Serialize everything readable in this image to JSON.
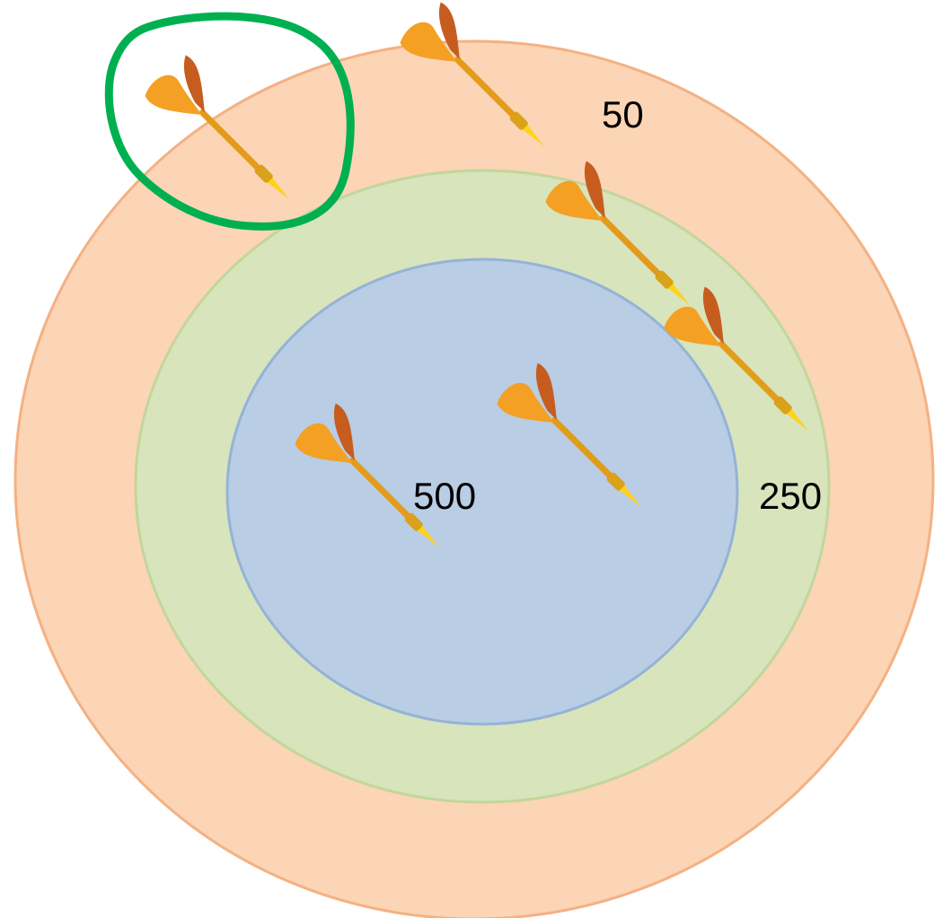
{
  "zones": {
    "outer": {
      "points": "50",
      "fill": "#fbd5b5",
      "stroke": "#f4b183"
    },
    "middle": {
      "points": "250",
      "fill": "#d8e4bc",
      "stroke": "#c3d69b"
    },
    "inner": {
      "points": "500",
      "fill": "#b9cde5",
      "stroke": "#95b3d7"
    }
  },
  "highlight": {
    "color": "#00b050"
  },
  "dart_colors": {
    "flight_dark": "#c65d1f",
    "flight_light": "#f4a024",
    "shaft": "#e39b1a",
    "barrel": "#d9a21a",
    "tip": "#ffd21a"
  },
  "darts": [
    {
      "zone": "outer",
      "highlighted": true
    },
    {
      "zone": "outer",
      "highlighted": false
    },
    {
      "zone": "middle",
      "highlighted": false
    },
    {
      "zone": "middle",
      "highlighted": false
    },
    {
      "zone": "inner",
      "highlighted": false
    },
    {
      "zone": "inner",
      "highlighted": false
    }
  ]
}
